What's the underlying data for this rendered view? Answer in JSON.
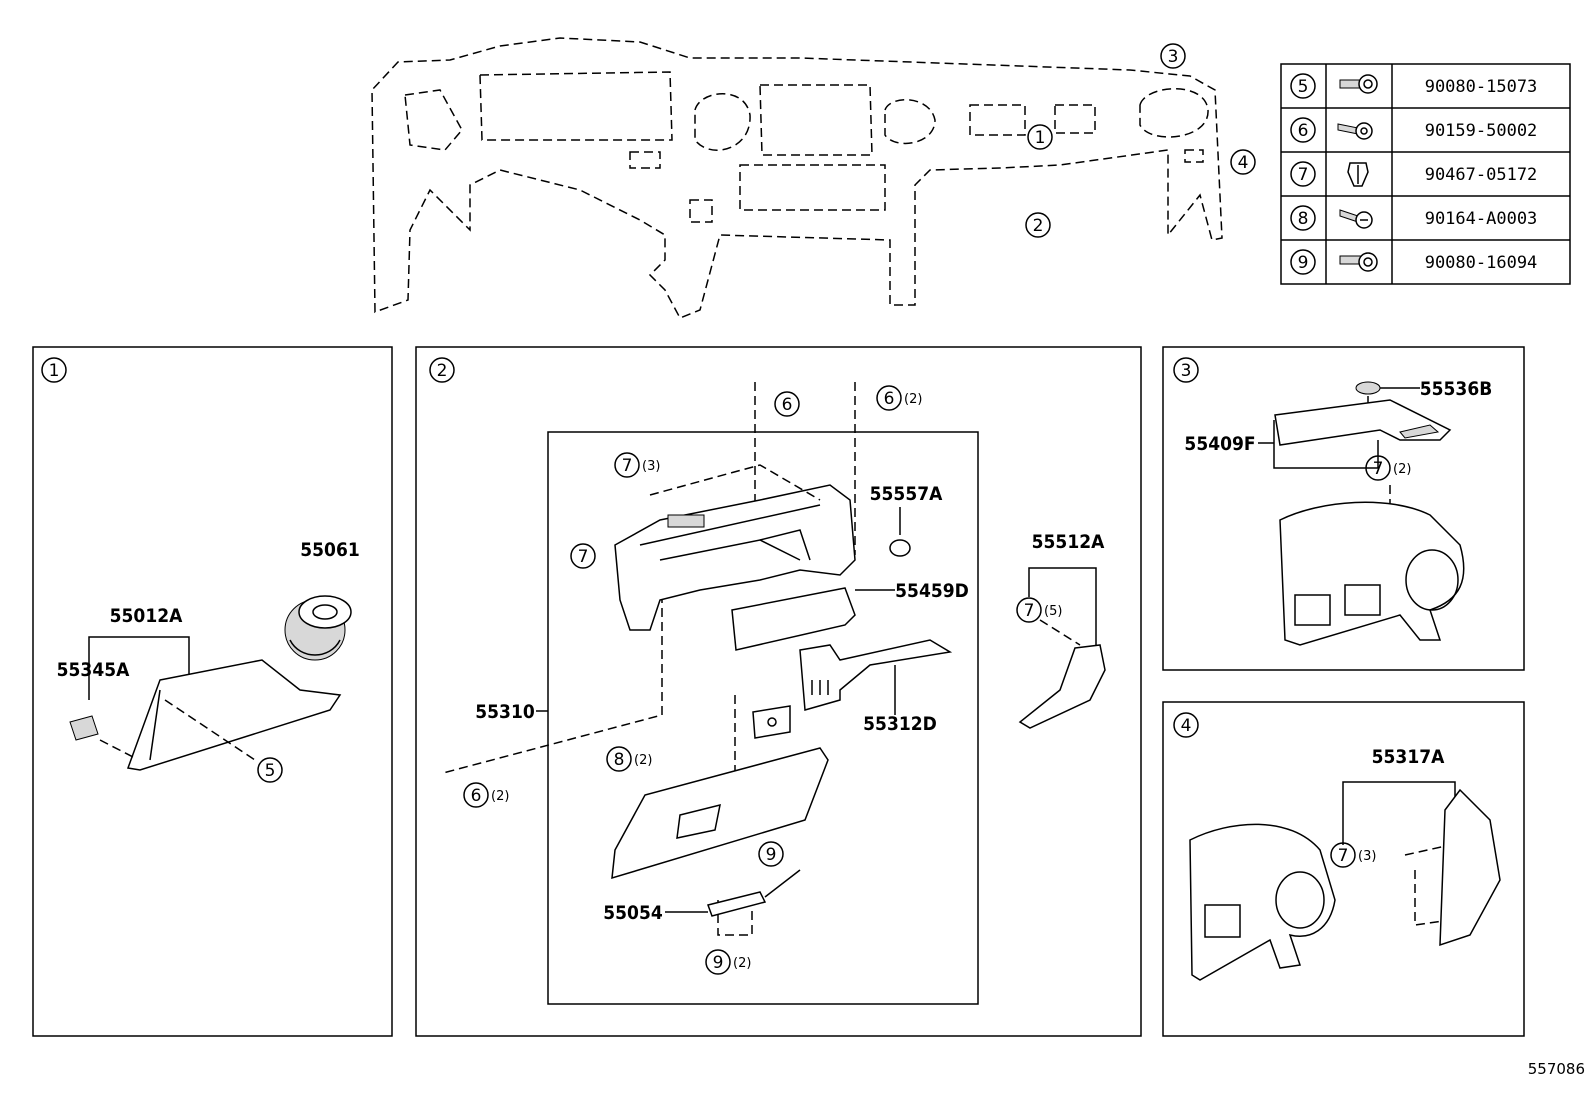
{
  "fastener_table": [
    {
      "ref": "5",
      "icon": "bolt-washer-icon",
      "part": "90080-15073"
    },
    {
      "ref": "6",
      "icon": "screw-icon",
      "part": "90159-50002"
    },
    {
      "ref": "7",
      "icon": "clip-icon",
      "part": "90467-05172"
    },
    {
      "ref": "8",
      "icon": "tapping-screw-icon",
      "part": "90164-A0003"
    },
    {
      "ref": "9",
      "icon": "bolt-washer-icon",
      "part": "90080-16094"
    }
  ],
  "overview": {
    "callouts": [
      "1",
      "2",
      "3",
      "4"
    ]
  },
  "panels": {
    "p1": {
      "index": "1",
      "labels": {
        "knob": "55061",
        "cover": "55012A",
        "clip": "55345A"
      },
      "callouts": {
        "bolt": "5"
      }
    },
    "p2": {
      "index": "2",
      "labels": {
        "housing": "55310",
        "damper": "55557A",
        "door_panel": "55459D",
        "liner": "55312D",
        "rod": "55054",
        "side": "55512A"
      },
      "callouts": {
        "c6a": "6",
        "c6b": "6",
        "c6b_q": "(2)",
        "c6c": "6",
        "c6c_q": "(2)",
        "c7a": "7",
        "c7a_q": "(3)",
        "c7b": "7",
        "c7c": "7",
        "c7c_q": "(5)",
        "c8": "8",
        "c8_q": "(2)",
        "c9a": "9",
        "c9b": "9",
        "c9b_q": "(2)"
      }
    },
    "p3": {
      "index": "3",
      "labels": {
        "cap": "55536B",
        "cover": "55409F"
      },
      "callouts": {
        "c7": "7",
        "c7_q": "(2)"
      }
    },
    "p4": {
      "index": "4",
      "labels": {
        "side": "55317A"
      },
      "callouts": {
        "c7": "7",
        "c7_q": "(3)"
      }
    }
  },
  "diagram_number": "557086"
}
